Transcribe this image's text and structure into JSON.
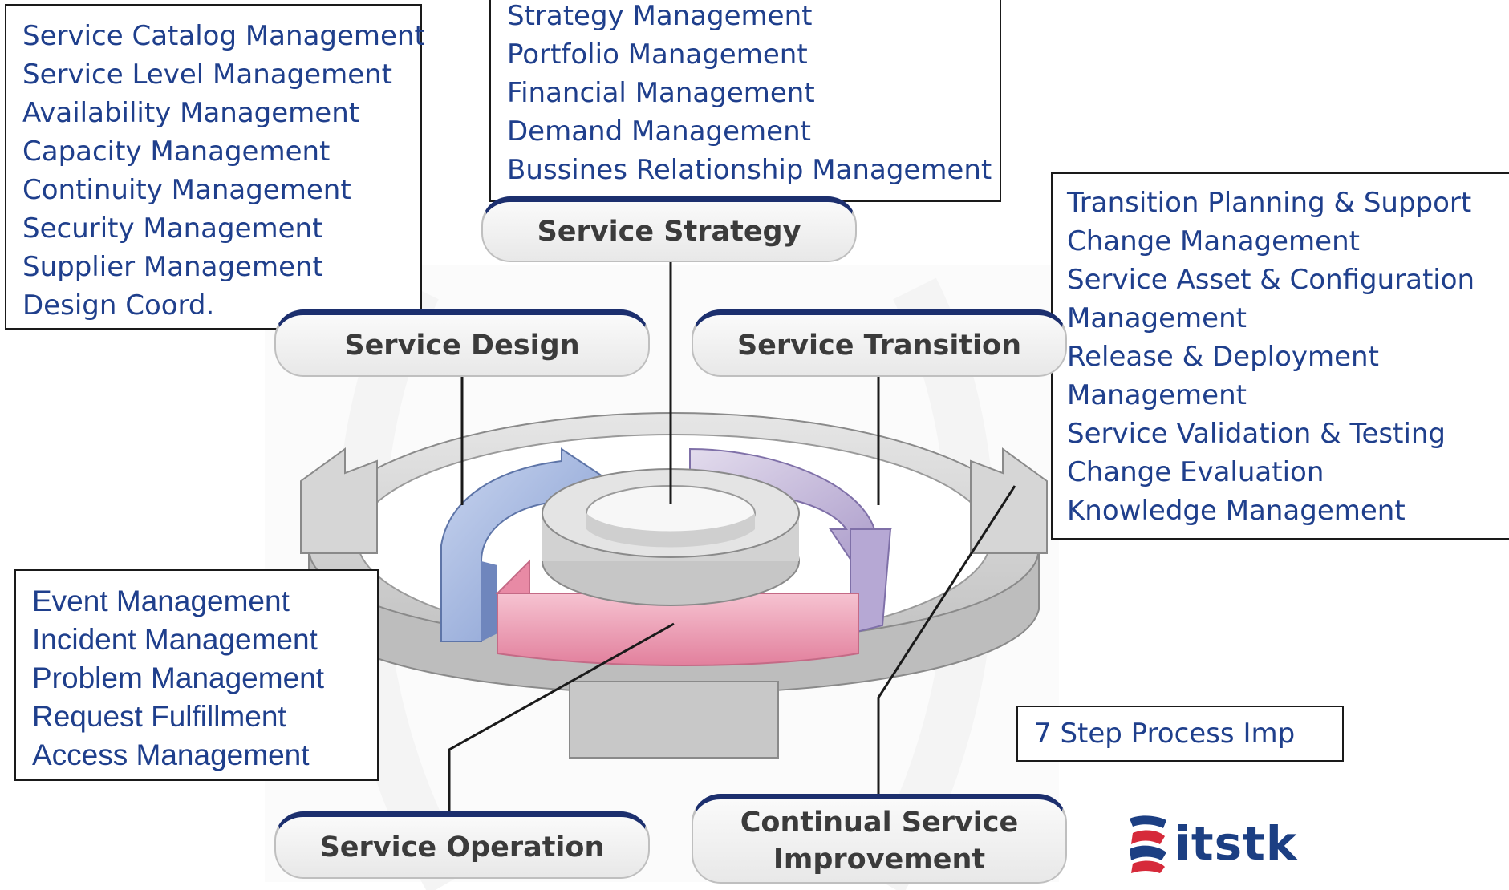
{
  "stages": {
    "service_strategy": "Service Strategy",
    "service_design": "Service Design",
    "service_transition": "Service Transition",
    "service_operation": "Service Operation",
    "continual_service_improvement": [
      "Continual Service",
      "Improvement"
    ]
  },
  "processes": {
    "service_design": [
      "Service Catalog Management",
      "Service Level Management",
      "Availability Management",
      "Capacity Management",
      "Continuity Management",
      "Security Management",
      "Supplier Management",
      "Design Coord."
    ],
    "service_strategy": [
      "Strategy Management",
      "Portfolio Management",
      "Financial Management",
      "Demand Management",
      "Bussines Relationship Management"
    ],
    "service_transition": [
      "Transition Planning & Support",
      "Change Management",
      "Service Asset & Configuration",
      "Management",
      "Release & Deployment",
      "Management",
      "Service Validation & Testing",
      "Change Evaluation",
      "Knowledge Management"
    ],
    "service_operation": [
      "Event Management",
      "Incident Management",
      "Problem Management",
      "Request Fulfillment",
      "Access Management"
    ],
    "continual_service_improvement": [
      "7 Step Process Imp"
    ]
  },
  "logo": {
    "text": "itstk",
    "icon": "itstk-logo-icon"
  },
  "colors": {
    "text_blue": "#1f3f8c",
    "pill_top_band": "#1c2f6e",
    "ring_gray": "#cfcfcf",
    "design_blue": "#9fb3dc",
    "transition_purple": "#c8bcdc",
    "operation_pink": "#f0a0b6"
  }
}
